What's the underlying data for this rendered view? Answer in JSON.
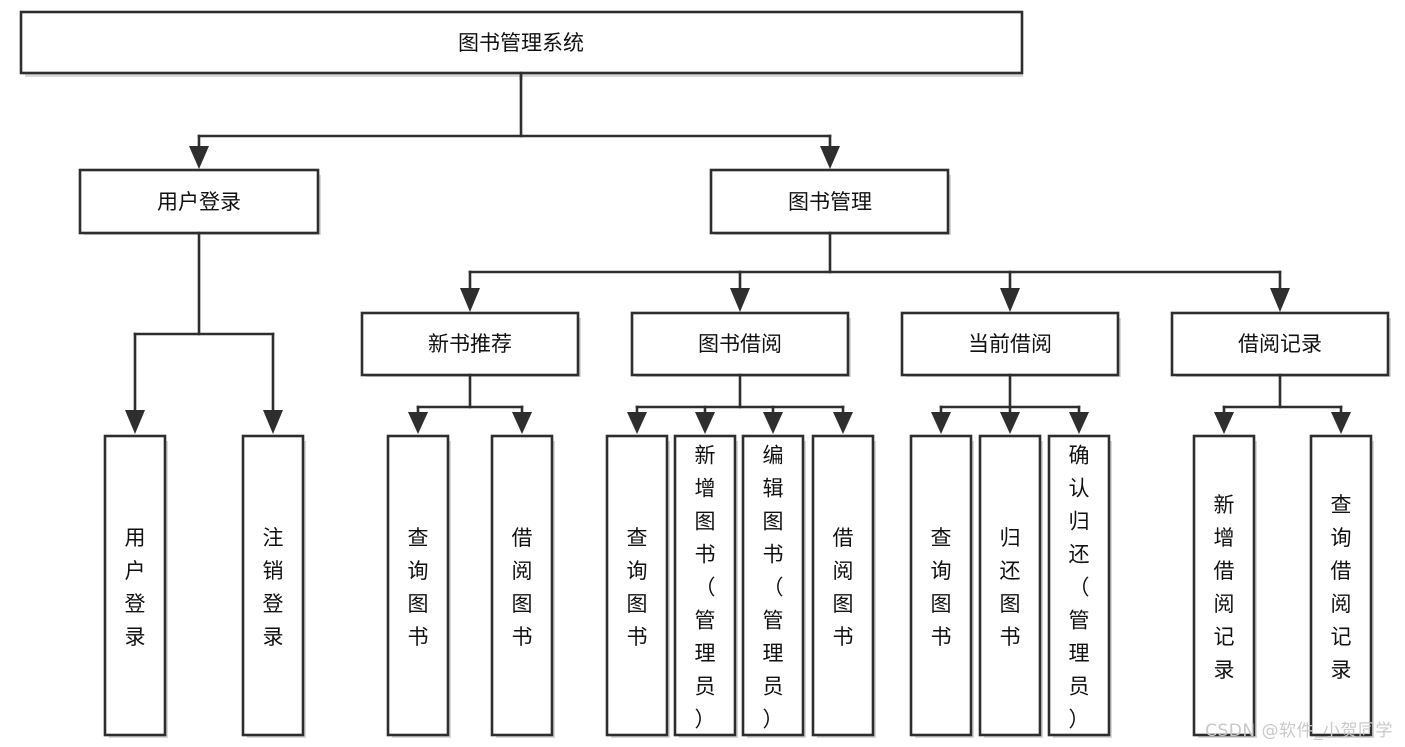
{
  "diagram": {
    "title": "图书管理系统",
    "type": "tree",
    "orientation": "top-down",
    "theme": {
      "background": "#ffffff",
      "box_fill": "#ffffff",
      "box_stroke": "#2e2e2e",
      "text_color": "#111111",
      "shadow_color": "#b8b8b8",
      "watermark_color": "#c9c9c9"
    },
    "nodes": {
      "root": {
        "label": "图书管理系统",
        "level": 1,
        "orientation": "horizontal"
      },
      "level2": [
        {
          "id": "user-login",
          "label": "用户登录",
          "orientation": "horizontal"
        },
        {
          "id": "book-manage",
          "label": "图书管理",
          "orientation": "horizontal"
        }
      ],
      "level3": [
        {
          "id": "new-book-recommend",
          "label": "新书推荐",
          "orientation": "horizontal",
          "parent": "book-manage"
        },
        {
          "id": "book-borrow",
          "label": "图书借阅",
          "orientation": "horizontal",
          "parent": "book-manage"
        },
        {
          "id": "current-borrow",
          "label": "当前借阅",
          "orientation": "horizontal",
          "parent": "book-manage"
        },
        {
          "id": "borrow-record",
          "label": "借阅记录",
          "orientation": "horizontal",
          "parent": "book-manage"
        }
      ],
      "leaves": [
        {
          "id": "leaf-user-login",
          "label": "用户登录",
          "orientation": "vertical",
          "parent": "user-login"
        },
        {
          "id": "leaf-user-logout",
          "label": "注销登录",
          "orientation": "vertical",
          "parent": "user-login"
        },
        {
          "id": "leaf-query-book-1",
          "label": "查询图书",
          "orientation": "vertical",
          "parent": "new-book-recommend"
        },
        {
          "id": "leaf-borrow-book-1",
          "label": "借阅图书",
          "orientation": "vertical",
          "parent": "new-book-recommend"
        },
        {
          "id": "leaf-query-book-2",
          "label": "查询图书",
          "orientation": "vertical",
          "parent": "book-borrow"
        },
        {
          "id": "leaf-add-book",
          "label": "新增图书（管理员）",
          "orientation": "vertical",
          "parent": "book-borrow"
        },
        {
          "id": "leaf-edit-book",
          "label": "编辑图书（管理员）",
          "orientation": "vertical",
          "parent": "book-borrow"
        },
        {
          "id": "leaf-borrow-book-2",
          "label": "借阅图书",
          "orientation": "vertical",
          "parent": "book-borrow"
        },
        {
          "id": "leaf-query-book-3",
          "label": "查询图书",
          "orientation": "vertical",
          "parent": "current-borrow"
        },
        {
          "id": "leaf-return-book",
          "label": "归还图书",
          "orientation": "vertical",
          "parent": "current-borrow"
        },
        {
          "id": "leaf-confirm-return",
          "label": "确认归还（管理员）",
          "orientation": "vertical",
          "parent": "current-borrow"
        },
        {
          "id": "leaf-add-record",
          "label": "新增借阅记录",
          "orientation": "vertical",
          "parent": "borrow-record"
        },
        {
          "id": "leaf-query-record",
          "label": "查询借阅记录",
          "orientation": "vertical",
          "parent": "borrow-record"
        }
      ]
    }
  },
  "watermark": {
    "text": "CSDN @软件_小贺同学"
  }
}
